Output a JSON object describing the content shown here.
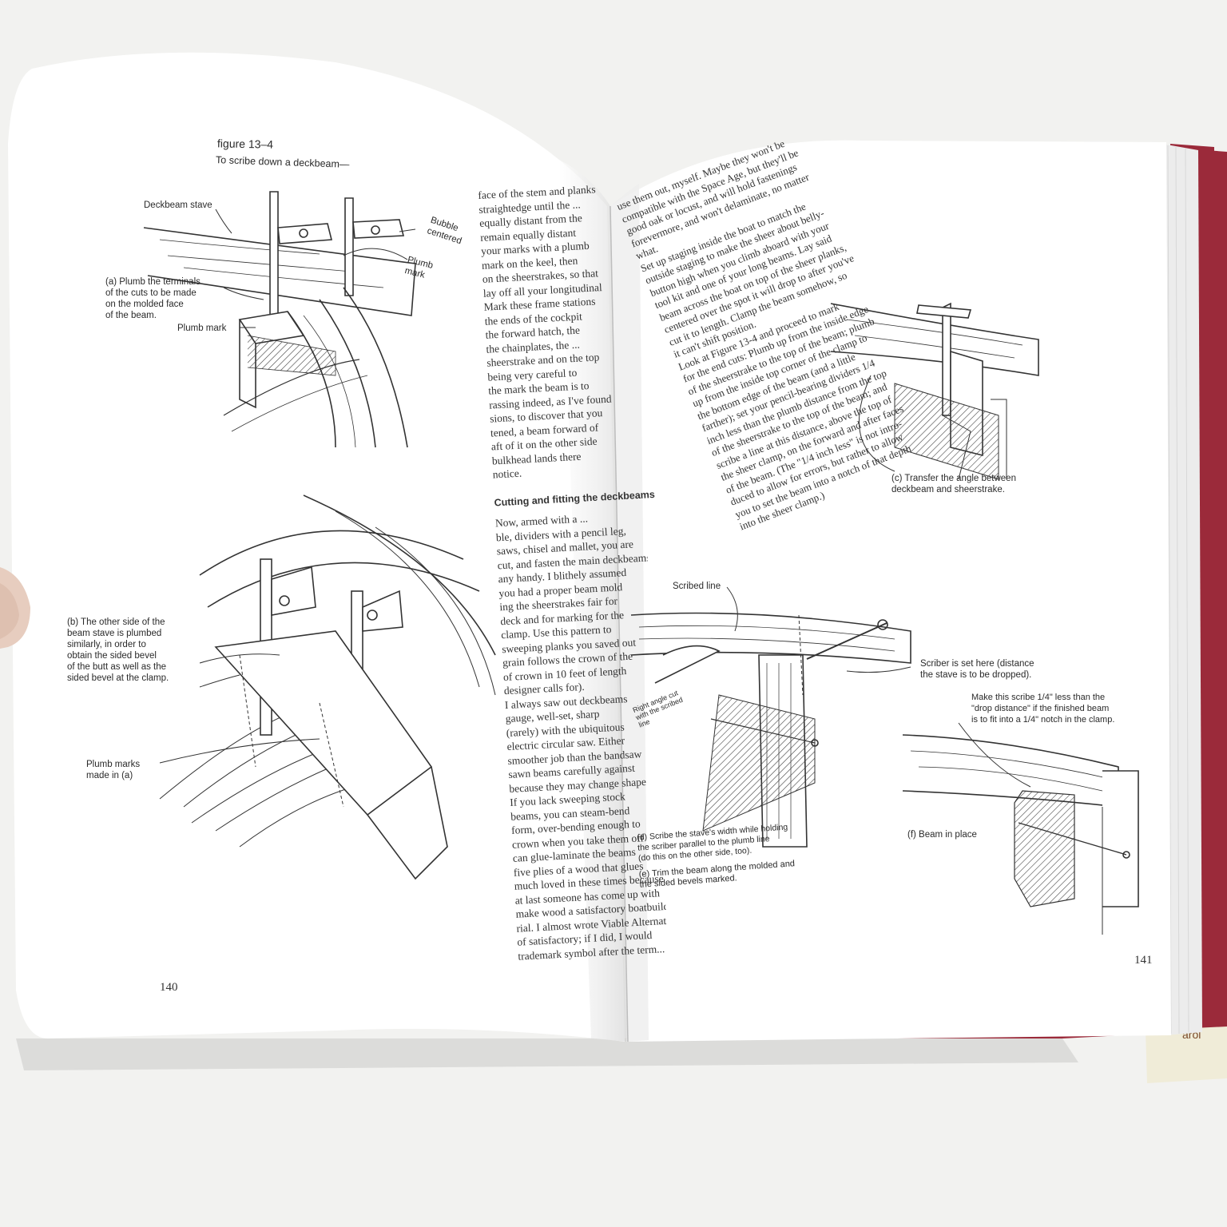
{
  "colors": {
    "background": "#f2f2f0",
    "page": "#ffffff",
    "cover": "#9b2a3a",
    "hand": "#e7cdbf",
    "ink": "#2a2a2a"
  },
  "left_page": {
    "figure_title": "figure 13–4",
    "figure_subtitle": "To scribe down a deckbeam—",
    "labels": {
      "deckbeam_stave": "Deckbeam stave",
      "bubble_centered": [
        "Bubble",
        "centered"
      ],
      "plumb_mark_upper": [
        "Plumb",
        "mark"
      ],
      "caption_a": [
        "(a) Plumb the terminals",
        "of the cuts to be made",
        "on the molded face",
        "of the beam."
      ],
      "plumb_mark": "Plumb mark",
      "caption_b": [
        "(b) The other side of the",
        "beam stave is plumbed",
        "similarly, in order to",
        "obtain the sided bevel",
        "of the butt as well as the",
        "sided bevel at the clamp."
      ],
      "plumb_marks_made": [
        "Plumb marks",
        "made in (a)"
      ]
    },
    "column_text_top": [
      "face of the stem and planks",
      "straightedge until the ...",
      "equally distant from the",
      "remain equally distant",
      "your marks with a plumb",
      "mark on the keel, then",
      "on the sheerstrakes, so that",
      "lay off all your longitudinal",
      "Mark these frame stations",
      "the ends of the cockpit",
      "the forward hatch, the",
      "the chainplates, the ...",
      "sheerstrake and on the top",
      "being very careful to",
      "the mark the beam is to",
      "rassing indeed, as I've found",
      "sions, to discover that you",
      "tened, a beam forward of",
      "aft of it on the other side",
      "bulkhead lands there",
      "notice."
    ],
    "section_heading": "Cutting and fitting the deckbeams",
    "column_text_bottom": [
      "Now, armed with a ...",
      "ble, dividers with a pencil leg,",
      "saws, chisel and mallet, you are",
      "cut, and fasten the main deckbeams",
      "any handy. I blithely assumed",
      "you had a proper beam mold",
      "ing the sheerstrakes fair for",
      "deck and for marking for the",
      "clamp. Use this pattern to",
      "sweeping planks you saved out",
      "grain follows the crown of the",
      "of crown in 10 feet of length",
      "designer calls for).",
      "I always saw out deckbeams",
      "gauge, well-set, sharp",
      "(rarely) with the ubiquitous",
      "electric circular saw. Either",
      "smoother job than the bandsaw",
      "sawn beams carefully against",
      "because they may change shape",
      "If you lack sweeping stock",
      "beams, you can steam-bend",
      "form, over-bending enough to",
      "crown when you take them off",
      "can glue-laminate the beams",
      "five plies of a wood that glues",
      "much loved in these times because",
      "at last someone has come up with",
      "make wood a satisfactory boatbuilding",
      "rial. I almost wrote Viable Alternative",
      "of satisfactory; if I did, I would",
      "trademark symbol after the term..."
    ],
    "page_number": "140"
  },
  "right_page": {
    "column_text": [
      "use them out, myself. Maybe they won't be",
      "compatible with the Space Age, but they'll be",
      "good oak or locust, and will hold fastenings",
      "forevermore, and won't delaminate, no matter",
      "what.",
      "Set up staging inside the boat to match the",
      "outside staging to make the sheer about belly-",
      "button high when you climb aboard with your",
      "tool kit and one of your long beams. Lay said",
      "beam across the boat on top of the sheer planks,",
      "centered over the spot it will drop to after you've",
      "cut it to length. Clamp the beam somehow, so",
      "it can't shift position.",
      "Look at Figure 13-4 and proceed to mark",
      "for the end cuts: Plumb up from the inside edge",
      "of the sheerstrake to the top of the beam; plumb",
      "up from the inside top corner of the clamp to",
      "the bottom edge of the beam (and a little",
      "farther); set your pencil-bearing dividers 1/4",
      "inch less than the plumb distance from the top",
      "of the sheerstrake to the top of the beam; and",
      "scribe a line at this distance, above the top of",
      "the sheer clamp, on the forward and after faces",
      "of the beam. (The \"1/4 inch less\" is not intro-",
      "duced to allow for errors, but rather to allow",
      "you to set the beam into a notch of that depth",
      "into the sheer clamp.)"
    ],
    "labels": {
      "caption_c": [
        "(c) Transfer the angle between",
        "deckbeam and sheerstrake."
      ],
      "scribed_line": "Scribed line",
      "scriber_set": [
        "Scriber is set here (distance",
        "the stave is to be dropped)."
      ],
      "right_angle_cut": [
        "Right angle cut",
        "with the scribed",
        "line"
      ],
      "make_scribe": [
        "Make this scribe 1/4\" less than the",
        "\"drop distance\" if the finished beam",
        "is to fit into a 1/4\" notch in the clamp."
      ],
      "caption_d": [
        "(d) Scribe the stave's width while holding",
        "the scriber parallel to the plumb line",
        "(do this on the other side, too)."
      ],
      "caption_e": [
        "(e) Trim the beam along the molded and",
        "the sided bevels marked."
      ],
      "caption_f": "(f) Beam in place"
    },
    "page_number": "141"
  }
}
